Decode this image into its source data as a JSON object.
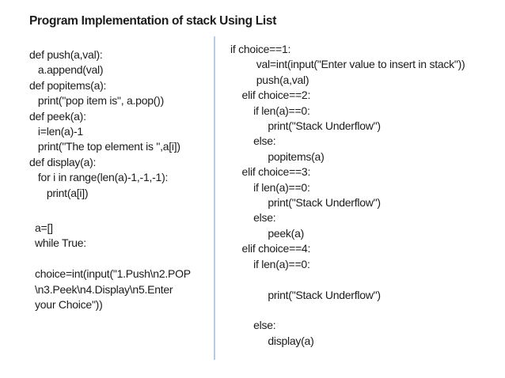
{
  "slide": {
    "title": "Program Implementation of stack Using List",
    "text_color": "#1b1b1b",
    "divider_color": "#b7cbe3",
    "left_top_code": "def push(a,val):\n   a.append(val)\ndef popitems(a):\n   print(\"pop item is\", a.pop())\ndef peek(a):\n   i=len(a)-1\n   print(\"The top element is \",a[i])\ndef display(a):\n   for i in range(len(a)-1,-1,-1):\n      print(a[i])",
    "left_bottom_code": "a=[]\nwhile True:\n\nchoice=int(input(\"1.Push\\n2.POP\n\\n3.Peek\\n4.Display\\n5.Enter\nyour Choice\"))",
    "right_code": "if choice==1:\n         val=int(input(\"Enter value to insert in stack\"))\n         push(a,val)\n    elif choice==2:\n        if len(a)==0:\n             print(\"Stack Underflow\")\n        else:\n             popitems(a)\n    elif choice==3:\n        if len(a)==0:\n             print(\"Stack Underflow\")\n        else:\n             peek(a)\n    elif choice==4:\n        if len(a)==0:\n\n             print(\"Stack Underflow\")\n\n        else:\n             display(a)"
  }
}
